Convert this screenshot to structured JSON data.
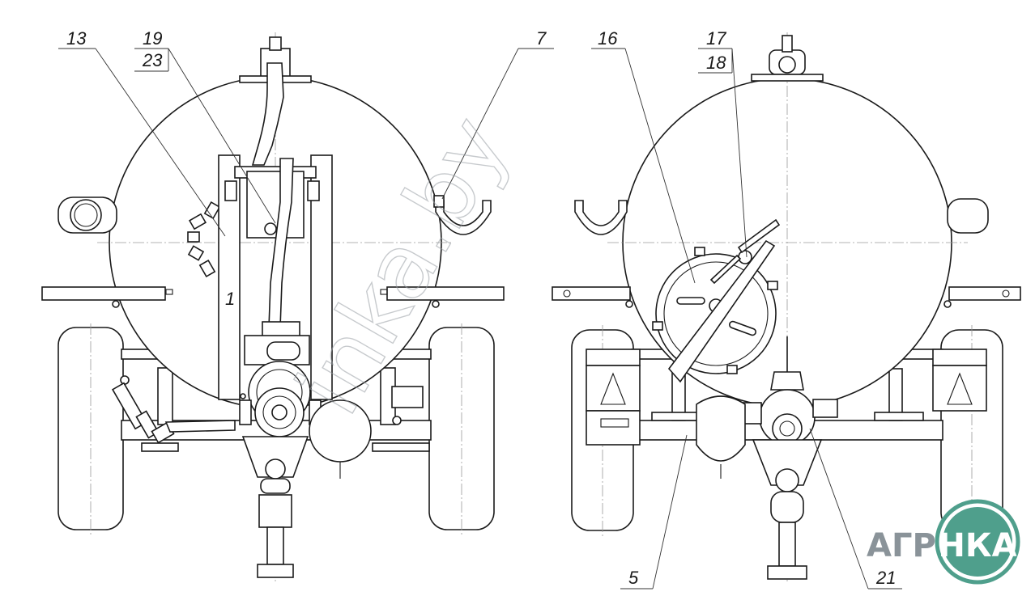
{
  "callouts": {
    "c13": "13",
    "c19": "19",
    "c23": "23",
    "c7": "7",
    "c1": "1",
    "c16": "16",
    "c17": "17",
    "c18": "18",
    "c5": "5",
    "c21": "21"
  },
  "watermark": "inka.by",
  "logo": {
    "left_text": "АГРО",
    "badge_text": "НКА",
    "text_color": "#8a9399",
    "badge_color": "#4f9f8c"
  },
  "colors": {
    "line": "#1a1a1a",
    "background": "#ffffff"
  }
}
